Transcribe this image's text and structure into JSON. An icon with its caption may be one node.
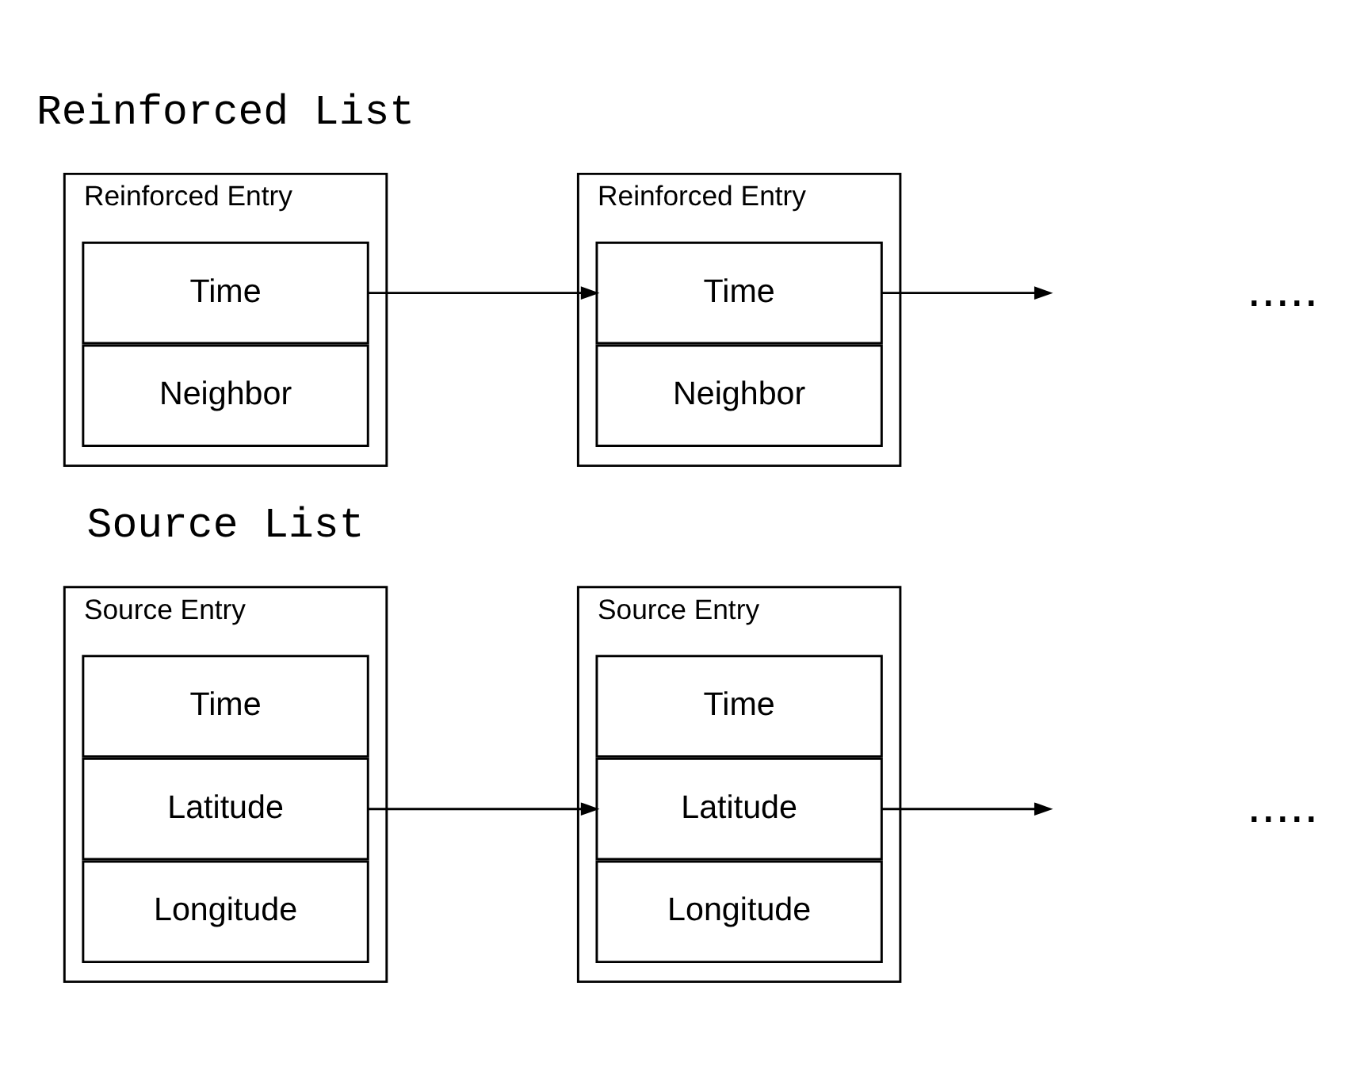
{
  "diagram": {
    "nodes": [
      {
        "text": [
          "Reinforced Entry"
        ]
      },
      {
        "text": [
          "Time"
        ],
        "in": 0
      },
      {
        "text": [
          "Neighbor"
        ],
        "in": 0
      },
      {
        "text": [
          "Reinforced Entry"
        ]
      },
      {
        "text": [
          "Time"
        ],
        "in": 3
      },
      {
        "text": [
          "Neighbor"
        ],
        "in": 3
      },
      {
        "text": [
          "Source Entry"
        ]
      },
      {
        "text": [
          "Time"
        ],
        "in": 6
      },
      {
        "text": [
          "Latitude"
        ],
        "in": 6
      },
      {
        "text": [
          "Longitude"
        ],
        "in": 6
      },
      {
        "text": [
          "Source Entry"
        ]
      },
      {
        "text": [
          "Time"
        ],
        "in": 10
      },
      {
        "text": [
          "Latitude"
        ],
        "in": 10
      },
      {
        "text": [
          "Longitude"
        ],
        "in": 10
      }
    ],
    "edges": [
      {
        "from": 1,
        "to": 4,
        "arrow": "to"
      },
      {
        "from": 4,
        "to": null,
        "arrow": "to"
      },
      {
        "from": 8,
        "to": 12,
        "arrow": "to"
      },
      {
        "from": 12,
        "to": null,
        "arrow": "to"
      }
    ],
    "labels": [
      "Reinforced List",
      ".....",
      "Source List",
      "....."
    ]
  }
}
